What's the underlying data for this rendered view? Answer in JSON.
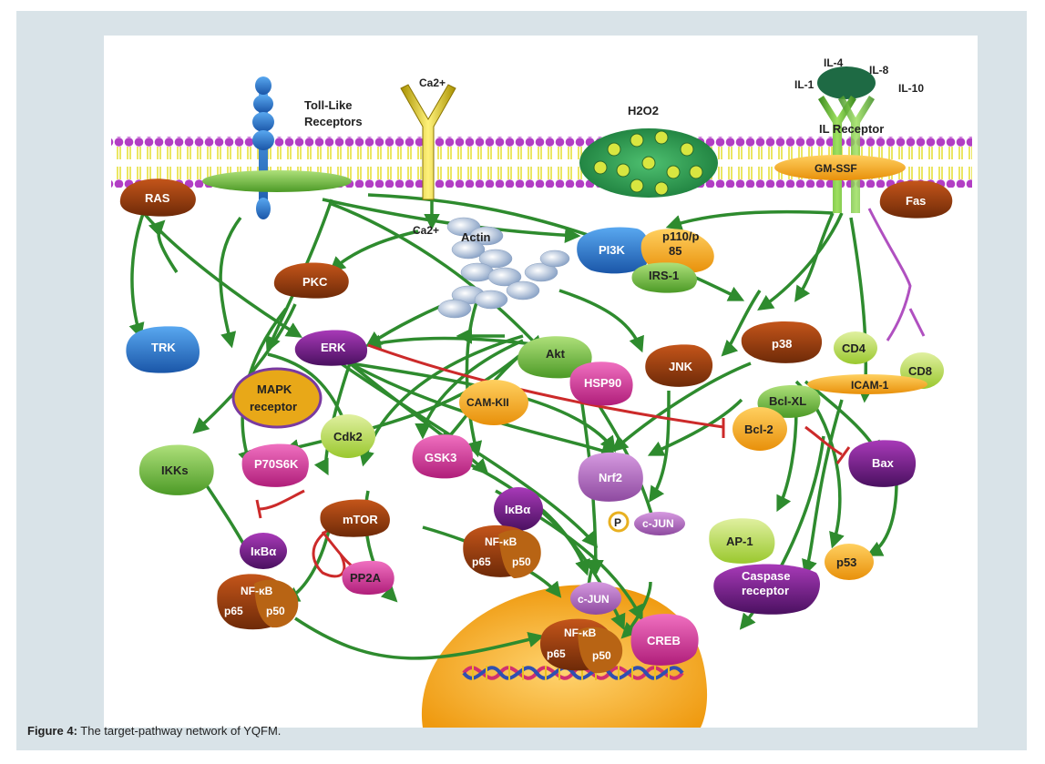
{
  "caption": {
    "prefix": "Figure 4:",
    "text": " The target-pathway network of YQFM."
  },
  "labels": {
    "tlr": "Toll-Like",
    "tlr2": "Receptors",
    "ca_top": "Ca2+",
    "ca_mid": "Ca2+",
    "h2o2": "H2O2",
    "il4": "IL-4",
    "il8": "IL-8",
    "il1": "IL-1",
    "il10": "IL-10",
    "il_receptor": "IL Receptor",
    "gmssf": "GM-SSF",
    "ras": "RAS",
    "fas": "Fas",
    "actin": "Actin",
    "pi3k": "PI3K",
    "p110": "p110/p",
    "p110b": "85",
    "irs1": "IRS-1",
    "pkc": "PKC",
    "trk": "TRK",
    "erk": "ERK",
    "mapk": "MAPK",
    "mapk2": "receptor",
    "akt": "Akt",
    "hsp90": "HSP90",
    "jnk": "JNK",
    "p38": "p38",
    "cd4": "CD4",
    "cd8": "CD8",
    "icam1": "ICAM-1",
    "camkii": "CAM-KII",
    "bclxl": "Bcl-XL",
    "bcl2": "Bcl-2",
    "cdk2": "Cdk2",
    "gsk3": "GSK3",
    "ikks": "IKKs",
    "p70s6k": "P70S6K",
    "nrf2": "Nrf2",
    "bax": "Bax",
    "mtor": "mTOR",
    "ikba1": "IκBα",
    "ikba2": "IκBα",
    "nfkb": "NF-κB",
    "p65": "p65",
    "p50": "p50",
    "p_badge": "P",
    "cjun1": "c-JUN",
    "cjun2": "c-JUN",
    "ap1": "AP-1",
    "pp2a": "PP2A",
    "caspase": "Caspase",
    "caspase2": "receptor",
    "p53": "p53",
    "creb": "CREB"
  },
  "colors": {
    "arrow": "#2e8b2e",
    "inhibit": "#cc2a2a",
    "membrane_head": "#b040c0",
    "membrane_tail": "#e8e040",
    "nucleus": "#f3a820"
  }
}
